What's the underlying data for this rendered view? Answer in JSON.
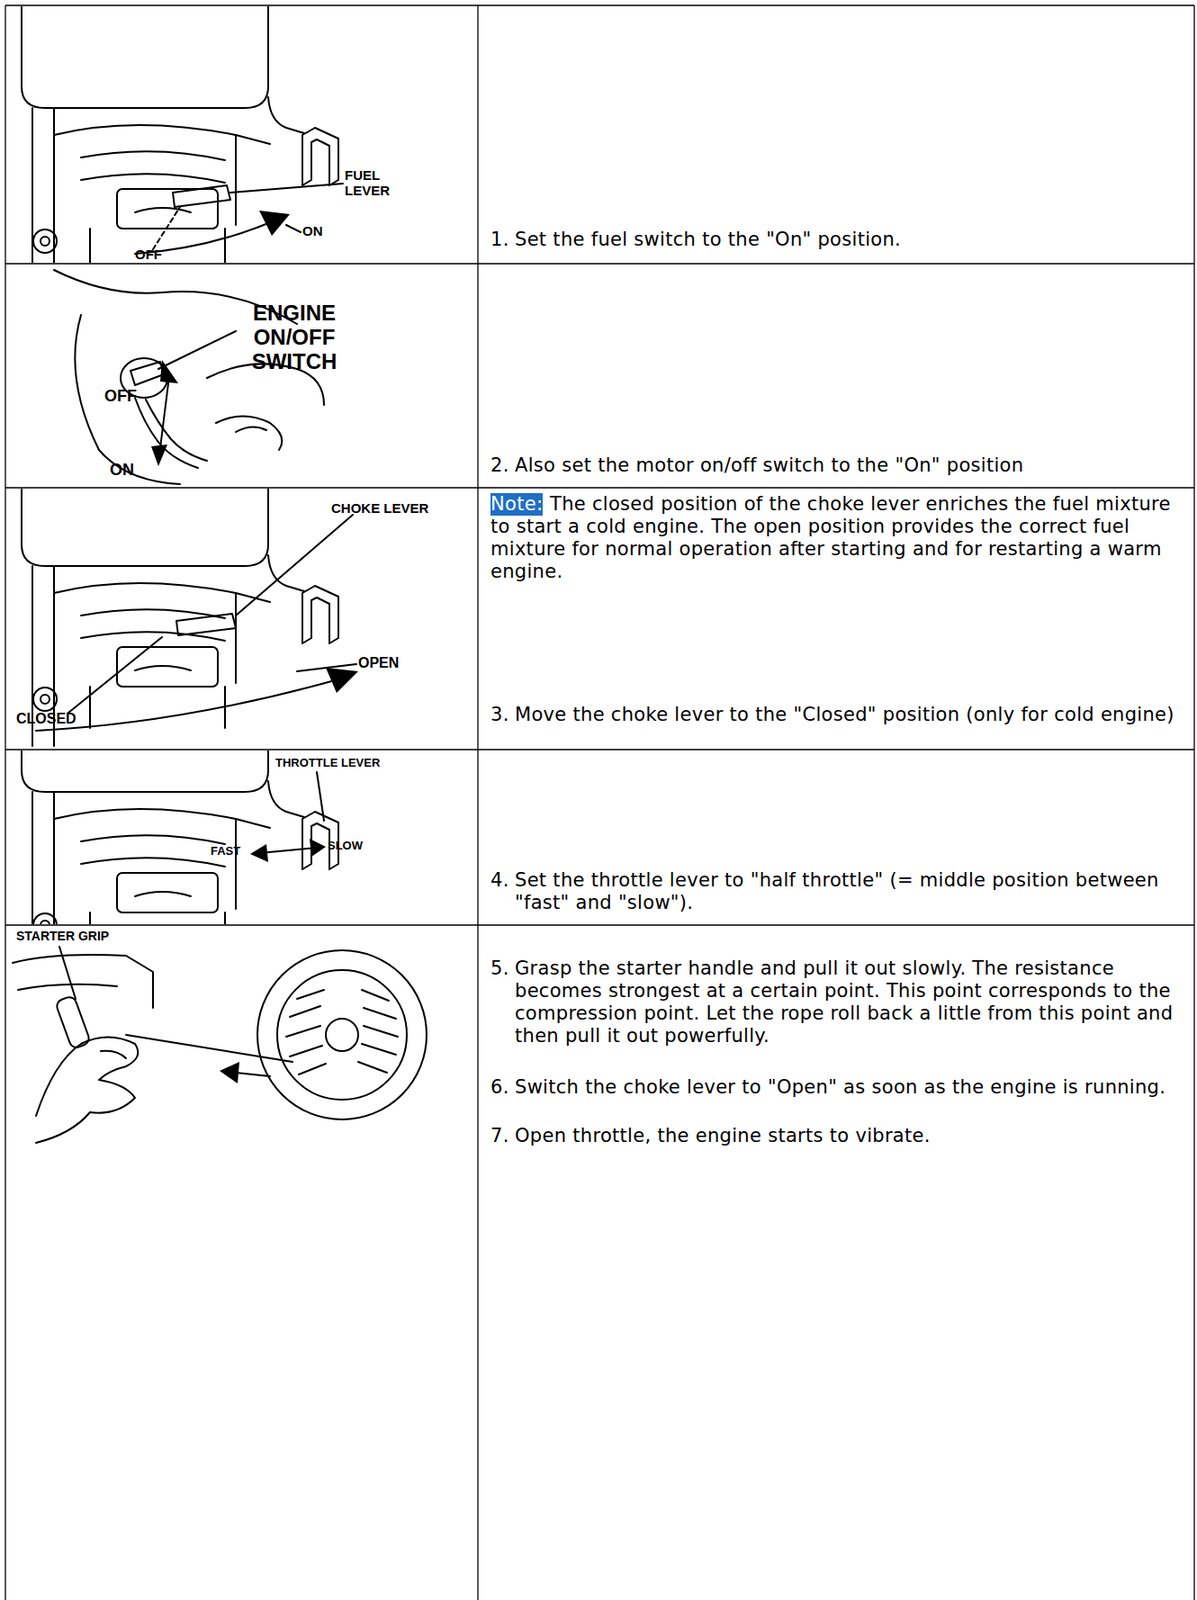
{
  "diagram": {
    "labels": [
      "FUEL LEVER",
      "ON",
      "OFF",
      "1.",
      "Set the fuel switch to the \"On\" position.",
      "ENGINE ON/OFF SWITCH",
      "OFF",
      "ON",
      "2.",
      "Also set the motor on/off switch to the \"On\" position",
      "CHOKE LEVER",
      "CLOSED",
      "OPEN",
      "Note:",
      "The closed position of the choke lever enriches the fuel mixture to start a cold engine. The open position provides the correct fuel mixture for normal operation after starting and for restarting a warm engine.",
      "3.",
      "Move the choke lever to the \"Closed\" position (only for cold engine)",
      "THROTTLE LEVER",
      "FAST",
      "SLOW",
      "4.",
      "Set the throttle lever to \"half throttle\" (= middle position between \"fast\" and \"slow\").",
      "STARTER GRIP",
      "5.",
      "Grasp the starter handle and pull it out slowly. The resistance becomes strongest at a certain point. This point corresponds to the compression point. Let the rope roll back a little from this point and then pull it out powerfully.",
      "6.",
      "Switch the choke lever to \"Open\" as soon as the engine is running.",
      "7.",
      "Open throttle, the engine starts to vibrate."
    ]
  }
}
